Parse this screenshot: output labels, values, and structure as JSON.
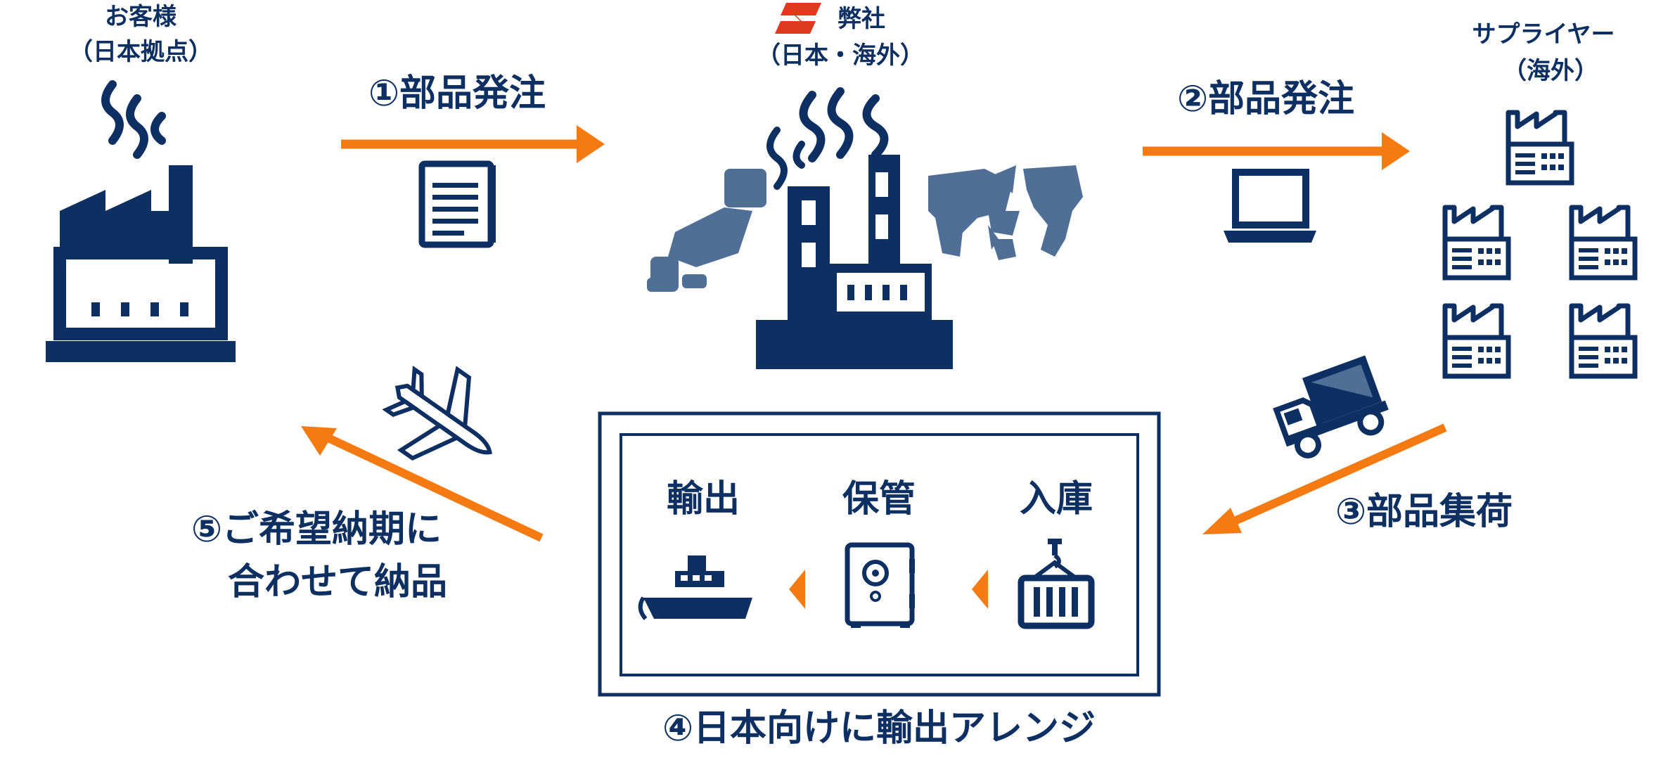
{
  "colors": {
    "navy": "#0d2f62",
    "orange": "#f57a12",
    "map": "#4f6f97",
    "brand_red": "#e03a1e"
  },
  "customer": {
    "line1": "お客様",
    "line2": "（日本拠点）",
    "icon": "factory-icon"
  },
  "company": {
    "line1": "弊社",
    "line2": "（日本・海外）",
    "icon": "factory-world-map-icon",
    "logo": "company-logo"
  },
  "supplier": {
    "line1": "サプライヤー",
    "line2": "（海外）",
    "icon": "factories-icon"
  },
  "steps": {
    "s1": "①部品発注",
    "s2": "②部品発注",
    "s3": "③部品集荷",
    "s4": "④日本向けに輸出アレンジ",
    "s5_line1": "⑤ご希望納期に",
    "s5_line2": "合わせて納品"
  },
  "warehouse": {
    "items": [
      {
        "label": "輸出",
        "icon": "ship-icon"
      },
      {
        "label": "保管",
        "icon": "safe-icon"
      },
      {
        "label": "入庫",
        "icon": "container-crane-icon"
      }
    ]
  }
}
